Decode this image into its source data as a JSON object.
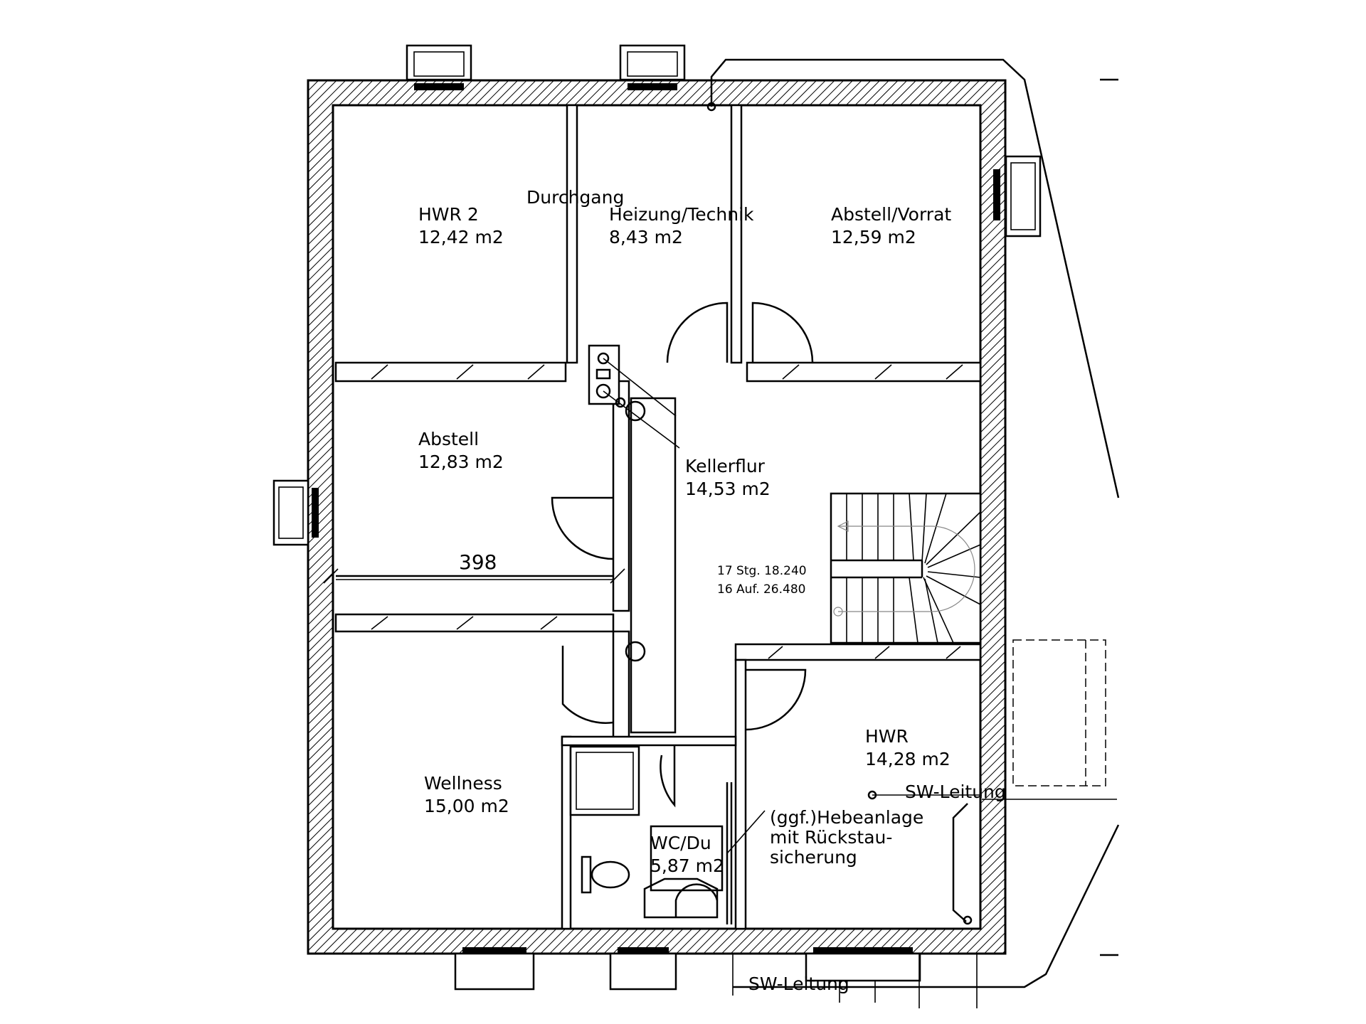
{
  "rooms": {
    "hwr2": {
      "name": "HWR 2",
      "area": "12,42  m2"
    },
    "durchgang": {
      "name": "Durchgang"
    },
    "heizung": {
      "name": "Heizung/Technik",
      "area": "8,43  m2"
    },
    "abstell_vorrat": {
      "name": "Abstell/Vorrat",
      "area": "12,59  m2"
    },
    "abstell": {
      "name": "Abstell",
      "area": "12,83  m2"
    },
    "kellerflur": {
      "name": "Kellerflur",
      "area": "14,53  m2"
    },
    "wellness": {
      "name": "Wellness",
      "area": "15,00  m2"
    },
    "wc_du": {
      "name": "WC/Du",
      "area": "5,87  m2"
    },
    "hwr": {
      "name": "HWR",
      "area": "14,28  m2"
    }
  },
  "stairs": {
    "steps": "17 Stg. 18.240",
    "rise": "16 Auf. 26.480"
  },
  "dimension": "398",
  "annotations": {
    "sw_leitung_right": "SW-Leitung",
    "sw_leitung_bottom": "SW-Leitung",
    "hebeanlage_line1": "(ggf.)Hebeanlage",
    "hebeanlage_line2": "mit Rückstau-",
    "hebeanlage_line3": "sicherung"
  }
}
